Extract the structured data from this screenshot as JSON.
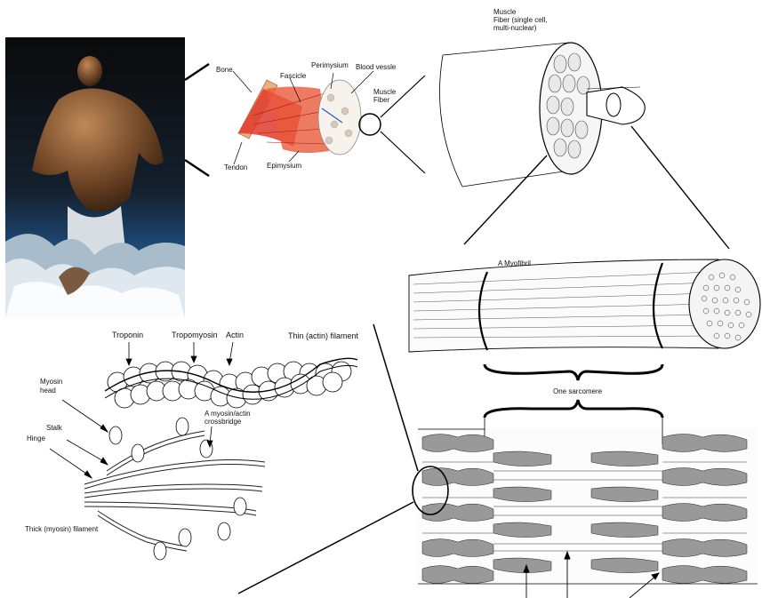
{
  "labels": {
    "bone": "Bone",
    "fascicle": "Fascicle",
    "perimysium": "Perimysium",
    "blood_vessel": "Blood vessle",
    "muscle_fiber": "Muscle Fiber",
    "tendon": "Tendon",
    "epimysium": "Epimysium",
    "fiber_title": "Muscle",
    "fiber_sub1": "Fiber (single cell,",
    "fiber_sub2": "multi-nuclear)",
    "myofibril": "A Myofibril",
    "sarcomere": "One sarcomere",
    "troponin": "Troponin",
    "tropomyosin": "Tropomyosin",
    "actin": "Actin",
    "thin_filament": "Thin (actin) filament",
    "myosin_head_1": "Myosin",
    "myosin_head_2": "head",
    "stalk": "Stalk",
    "hinge": "Hinge",
    "crossbridge_1": "A myosin/actin",
    "crossbridge_2": "crossbridge",
    "thick_filament": "Thick (myosin) filament"
  },
  "colors": {
    "muscle_red": "#e03a2a",
    "tendon_tan": "#e8b080",
    "water_blue": "#1e4a78",
    "skin": "#7a5030"
  }
}
